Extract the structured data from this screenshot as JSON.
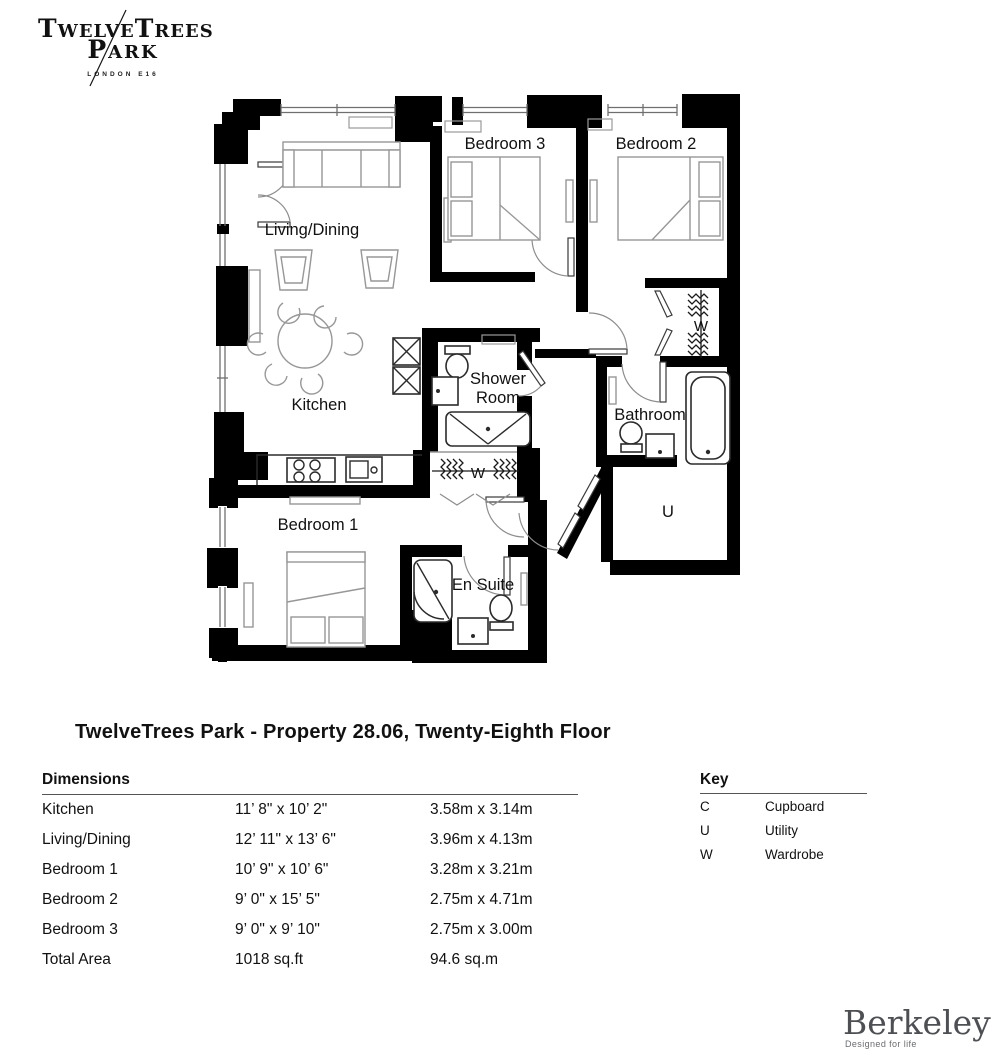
{
  "logo": {
    "name_line1": "TwelveTrees",
    "name_line2": "Park",
    "location": "LONDON E16"
  },
  "title": "TwelveTrees Park - Property 28.06, Twenty-Eighth Floor",
  "floorplan": {
    "labels": {
      "living_dining": "Living/Dining",
      "bedroom3": "Bedroom 3",
      "bedroom2": "Bedroom 2",
      "kitchen": "Kitchen",
      "shower_line1": "Shower",
      "shower_line2": "Room",
      "bathroom": "Bathroom",
      "ensuite": "En Suite",
      "bedroom1": "Bedroom 1",
      "wardrobe_symbol": "W",
      "utility_symbol": "U"
    }
  },
  "dimensions": {
    "heading": "Dimensions",
    "rows": [
      {
        "room": "Kitchen",
        "imperial": "11’ 8\" x 10’ 2\"",
        "metric": "3.58m x 3.14m"
      },
      {
        "room": "Living/Dining",
        "imperial": "12’ 11\" x 13’ 6\"",
        "metric": "3.96m x 4.13m"
      },
      {
        "room": "Bedroom 1",
        "imperial": "10’ 9\" x 10’ 6\"",
        "metric": "3.28m x 3.21m"
      },
      {
        "room": "Bedroom 2",
        "imperial": "9’ 0\" x 15’ 5\"",
        "metric": "2.75m x 4.71m"
      },
      {
        "room": "Bedroom 3",
        "imperial": "9’ 0\" x 9’ 10\"",
        "metric": "2.75m x 3.00m"
      },
      {
        "room": "Total Area",
        "imperial": "1018 sq.ft",
        "metric": "94.6 sq.m"
      }
    ]
  },
  "key": {
    "heading": "Key",
    "items": [
      {
        "symbol": "C",
        "label": "Cupboard"
      },
      {
        "symbol": "U",
        "label": "Utility"
      },
      {
        "symbol": "W",
        "label": "Wardrobe"
      }
    ]
  },
  "brand": {
    "name": "Berkeley",
    "tagline": "Designed for life",
    "color": "#4d4f53"
  }
}
